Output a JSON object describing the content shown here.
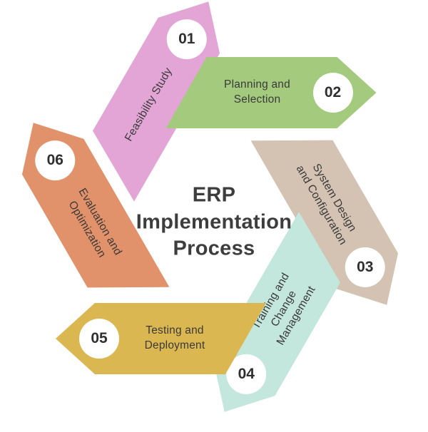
{
  "title": "ERP\nImplementation\nProcess",
  "colors": {
    "background": "#ffffff",
    "title_text": "#3d3d3d",
    "label_text": "#3a3a3a",
    "number_text": "#2f2f2f",
    "badge_fill": "#ffffff"
  },
  "steps": [
    {
      "number": "01",
      "label": "Feasibility Study",
      "color": "#e2a5d5"
    },
    {
      "number": "02",
      "label": "Planning and\nSelection",
      "color": "#a3ca7d"
    },
    {
      "number": "03",
      "label": "System Design\nand Configuration",
      "color": "#d4c2b2"
    },
    {
      "number": "04",
      "label": "Training and\nChange\nManagement",
      "color": "#c3e6dd"
    },
    {
      "number": "05",
      "label": "Testing and\nDeployment",
      "color": "#dbb751"
    },
    {
      "number": "06",
      "label": "Evaluation and\nOptimization",
      "color": "#e2926a"
    }
  ]
}
